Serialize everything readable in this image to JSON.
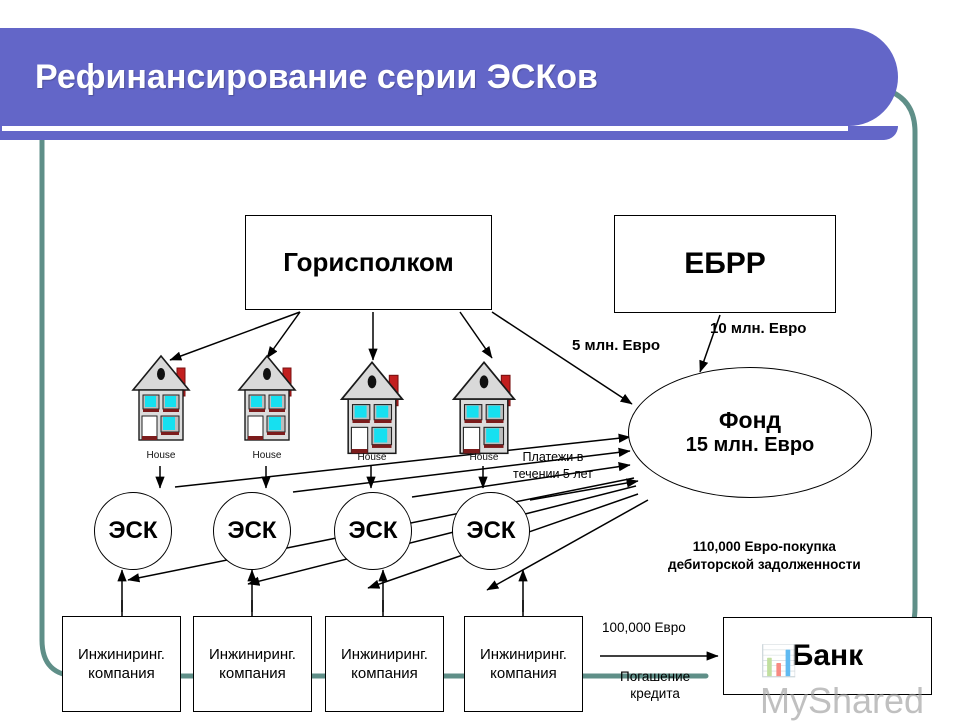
{
  "slide": {
    "title": "Рефинансирование серии ЭСКов",
    "banner_color": "#6366c8",
    "frame_color": "#5f8f88",
    "watermark": "MyShared",
    "watermark_icon": "chart-icon"
  },
  "diagram": {
    "gorispolkom": {
      "label": "Горисполком"
    },
    "ebrr": {
      "label": "ЕБРР"
    },
    "fund": {
      "name": "Фонд",
      "amount": "15 млн. Евро"
    },
    "bank": {
      "label": "Банк"
    },
    "esk": [
      {
        "label": "ЭСК"
      },
      {
        "label": "ЭСК"
      },
      {
        "label": "ЭСК"
      },
      {
        "label": "ЭСК"
      }
    ],
    "engineering": [
      {
        "line1": "Инжиниринг.",
        "line2": "компания"
      },
      {
        "line1": "Инжиниринг.",
        "line2": "компания"
      },
      {
        "line1": "Инжиниринг.",
        "line2": "компания"
      },
      {
        "line1": "Инжиниринг.",
        "line2": "компания"
      }
    ],
    "houses": [
      {
        "label": "House"
      },
      {
        "label": "House"
      },
      {
        "label": "House"
      },
      {
        "label": "House"
      }
    ],
    "flow_labels": {
      "ebrr_to_fund": "10 млн. Евро",
      "gorispolkom_to_fund": "5 млн. Евро",
      "esk_to_fund": "Платежи в\nтечении 5 лет",
      "fund_to_esk": "110,000 Евро-покупка\nдебиторской задолженности",
      "eng_to_bank_amount": "100,000 Евро",
      "eng_to_bank_note": "Погашение\nкредита"
    }
  }
}
